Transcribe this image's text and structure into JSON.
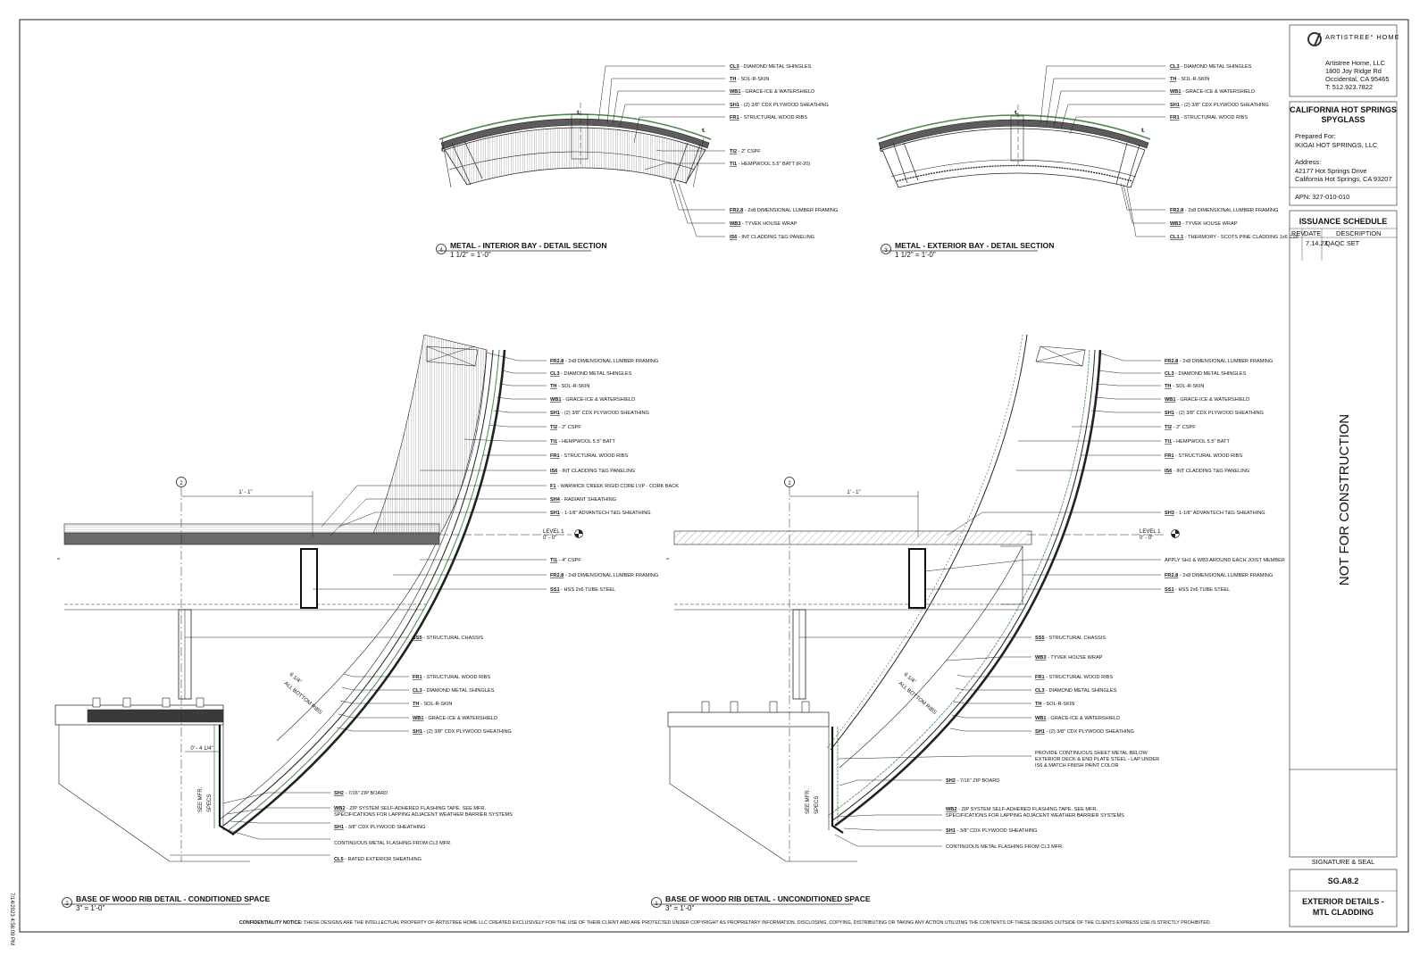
{
  "title_block": {
    "logo": "ARTISTREE° HOME",
    "company": [
      "Artistree Home, LLC",
      "1800 Joy Ridge Rd",
      "Occidental, CA 95465",
      "T: 512.923.7822"
    ],
    "project_name_1": "CALIFORNIA HOT SPRINGS",
    "project_name_2": "SPYGLASS",
    "prepared_for_label": "Prepared For:",
    "prepared_for": "IKIGAI HOT SPRINGS, LLC",
    "address_label": "Address:",
    "address_1": "42177 Hot Springs Drive",
    "address_2": "California Hot Springs, CA  93207",
    "apn": "APN: 327-010-010",
    "issuance_title": "ISSUANCE SCHEDULE",
    "issuance_headers": [
      "REV",
      "DATE",
      "DESCRIPTION"
    ],
    "issuance_rows": [
      {
        "rev": "",
        "date": "7.14.23",
        "description": "QAQC SET"
      }
    ],
    "not_for_construction": "NOT FOR CONSTRUCTION",
    "signature_label": "SIGNATURE & SEAL",
    "sheet_number": "SG.A8.2",
    "sheet_title_1": "EXTERIOR DETAILS -",
    "sheet_title_2": "MTL CLADDING"
  },
  "timestamp": "7/14/2023 4:56:09 PM",
  "confidentiality_label": "CONFIDENTIALITY NOTICE:",
  "confidentiality": "THESE DESIGNS ARE THE INTELLECTUAL PROPERTY OF ARTISTREE HOME LLC CREATED EXCLUSIVELY FOR THE USE OF THEIR CLIENT AND ARE PROTECTED UNDER COPYRIGHT AS PROPRIETARY INFORMATION. DISCLOSING, COPYING, DISTRIBUTING OR TAKING ANY ACTION UTILIZING THE CONTENTS OF THESE DESIGNS OUTSIDE OF THE CLIENTS EXPRESS USE IS STRICTLY PROHIBITED.",
  "details": {
    "d4": {
      "number": "4",
      "title": "METAL - INTERIOR BAY - DETAIL SECTION",
      "scale": "1 1/2\" = 1'-0\"",
      "labels": [
        {
          "code": "CL3",
          "text": " - DIAMOND METAL SHINGLES"
        },
        {
          "code": "TH",
          "text": " - SOL-R-SKIN"
        },
        {
          "code": "WB1",
          "text": " - GRACE-ICE & WATERSHIELD"
        },
        {
          "code": "SH1",
          "text": " - (2) 3/8\" CDX PLYWOOD SHEATHING"
        },
        {
          "code": "FR1",
          "text": " - STRUCTURAL WOOD RIBS"
        },
        {
          "code": "TI2",
          "text": " - 2\" CSPF"
        },
        {
          "code": "TI1",
          "text": " - HEMPWOOL 5.5\" BATT (R-20)"
        },
        {
          "code": "FR2.8",
          "text": " - 2x8 DIMENSIONAL LUMBER FRAMING"
        },
        {
          "code": "WB3",
          "text": " - TYVEK HOUSE WRAP"
        },
        {
          "code": "IS6",
          "text": " - INT CLADDING T&G PANELING"
        }
      ]
    },
    "d3": {
      "number": "3",
      "title": "METAL - EXTERIOR BAY - DETAIL SECTION",
      "scale": "1 1/2\" = 1'-0\"",
      "labels": [
        {
          "code": "CL3",
          "text": " - DIAMOND METAL SHINGLES"
        },
        {
          "code": "TH",
          "text": " - SOL-R-SKIN"
        },
        {
          "code": "WB1",
          "text": " - GRACE-ICE & WATERSHIELD"
        },
        {
          "code": "SH1",
          "text": " - (2) 3/8\" CDX PLYWOOD SHEATHING"
        },
        {
          "code": "FR1",
          "text": " - STRUCTURAL WOOD RIBS"
        },
        {
          "code": "FR2.8",
          "text": " - 2x8 DIMENSIONAL LUMBER FRAMING"
        },
        {
          "code": "WB3",
          "text": " - TYVEK HOUSE WRAP"
        },
        {
          "code": "CL1.1",
          "text": " - THERMORY - SCOTS PINE CLADDING 1x6 C19"
        }
      ]
    },
    "d2": {
      "number": "2",
      "title": "BASE OF WOOD RIB DETAIL - CONDITIONED SPACE",
      "scale": "3\" = 1'-0\"",
      "grid": "2",
      "level": "LEVEL 1",
      "level_elev": "0' - 0\"",
      "dim_1": "1' - 1\"",
      "dim_2": "0' - 4 1/4\"",
      "dim_arc": "6 1/4\"",
      "dim_arc_2": "ALL BOTTOM RIBS",
      "specs_1": "SEE MFR.",
      "specs_2": "SPECS",
      "labels_upper": [
        {
          "code": "FR2.8",
          "text": " - 2x8 DIMENSIONAL LUMBER FRAMING"
        },
        {
          "code": "CL3",
          "text": " - DIAMOND METAL SHINGLES"
        },
        {
          "code": "TH",
          "text": " - SOL-R-SKIN"
        },
        {
          "code": "WB1",
          "text": " - GRACE-ICE & WATERSHIELD"
        },
        {
          "code": "SH1",
          "text": " - (2) 3/8\" CDX PLYWOOD SHEATHING"
        },
        {
          "code": "TI2",
          "text": " - 2\" CSPF"
        },
        {
          "code": "TI1",
          "text": " - HEMPWOOL 5.5\" BATT"
        },
        {
          "code": "FR1",
          "text": " - STRUCTURAL WOOD RIBS"
        },
        {
          "code": "IS6",
          "text": " - INT CLADDING T&G PANELING"
        },
        {
          "code": "F1",
          "text": " - WARWICK CREEK RIGID CORE LVP - CORK BACK"
        },
        {
          "code": "SH4",
          "text": " - RADIANT SHEATHING"
        },
        {
          "code": "SH1",
          "text": " - 1-1/8\" ADVANTECH T&G SHEATHING"
        }
      ],
      "labels_mid": [
        {
          "code": "TI1",
          "text": " - 4\" CSPF"
        },
        {
          "code": "FR2.8",
          "text": " - 2x8 DIMENSIONAL LUMBER FRAMING"
        },
        {
          "code": "SS1",
          "text": " - HSS 2x6 TUBE STEEL"
        }
      ],
      "labels_lower": [
        {
          "code": "SS5",
          "text": " - STRUCTURAL CHASSIS"
        },
        {
          "code": "FR1",
          "text": " - STRUCTURAL WOOD RIBS"
        },
        {
          "code": "CL3",
          "text": " - DIAMOND METAL SHINGLES"
        },
        {
          "code": "TH",
          "text": " - SOL-R-SKIN"
        },
        {
          "code": "WB1",
          "text": " - GRACE-ICE & WATERSHIELD"
        },
        {
          "code": "SH1",
          "text": " - (2) 3/8\" CDX PLYWOOD SHEATHING"
        }
      ],
      "labels_base": [
        {
          "code": "SH2",
          "text": " - 7/16\" ZIP BOARD"
        },
        {
          "code": "WB2",
          "text": " - ZIP SYSTEM SELF-ADHERED FLASHING TAPE. SEE MFR.",
          "text2": "SPECIFICATIONS FOR LAPPING ADJACENT WEATHER BARRIER SYSTEMS"
        },
        {
          "code": "SH1",
          "text": " - 3/8\" CDX PLYWOOD SHEATHING"
        },
        {
          "code": "",
          "text": "CONTINUOUS METAL FLASHING FROM CL3 MFR."
        },
        {
          "code": "CL5",
          "text": " - RATED EXTERIOR SHEATHING"
        }
      ]
    },
    "d1": {
      "number": "1",
      "title": "BASE OF WOOD RIB DETAIL - UNCONDITIONED SPACE",
      "scale": "3\" = 1'-0\"",
      "grid": "2",
      "level": "LEVEL 1",
      "level_elev": "0' - 0\"",
      "dim_1": "1' - 1\"",
      "dim_arc": "6 1/4\"",
      "dim_arc_2": "ALL BOTTOM RIBS",
      "specs_1": "SEE MFR.",
      "specs_2": "SPECS",
      "labels_upper": [
        {
          "code": "FR2.8",
          "text": " - 2x8 DIMENSIONAL LUMBER FRAMING"
        },
        {
          "code": "CL3",
          "text": " - DIAMOND METAL SHINGLES"
        },
        {
          "code": "TH",
          "text": " - SOL-R-SKIN"
        },
        {
          "code": "WB1",
          "text": " - GRACE-ICE & WATERSHIELD"
        },
        {
          "code": "SH1",
          "text": " - (2) 3/8\" CDX PLYWOOD SHEATHING"
        },
        {
          "code": "TI2",
          "text": " - 2\" CSPF"
        },
        {
          "code": "TI1",
          "text": " - HEMPWOOL 5.5\" BATT"
        },
        {
          "code": "FR1",
          "text": " - STRUCTURAL WOOD RIBS"
        },
        {
          "code": "IS6",
          "text": " - INT CLADDING T&G PANELING"
        },
        {
          "code": "SH3",
          "text": " - 1-1/8\" ADVANTECH T&G SHEATHING"
        }
      ],
      "labels_mid": [
        {
          "code": "",
          "text": "APPLY SH1 & WB3 AROUND EACH JOIST MEMBER"
        },
        {
          "code": "FR2.8",
          "text": " - 2x8 DIMENSIONAL LUMBER FRAMING"
        },
        {
          "code": "SS1",
          "text": " - HSS 2x6 TUBE STEEL"
        }
      ],
      "labels_lower": [
        {
          "code": "SS5",
          "text": " - STRUCTURAL CHASSIS"
        },
        {
          "code": "WB3",
          "text": " - TYVEK HOUSE WRAP"
        },
        {
          "code": "FR1",
          "text": " - STRUCTURAL WOOD RIBS"
        },
        {
          "code": "CL3",
          "text": " - DIAMOND METAL SHINGLES"
        },
        {
          "code": "TH",
          "text": " - SOL-R-SKIN"
        },
        {
          "code": "WB1",
          "text": " - GRACE-ICE & WATERSHIELD"
        },
        {
          "code": "SH1",
          "text": " - (2) 3/8\" CDX PLYWOOD SHEATHING"
        }
      ],
      "note": [
        "PROVIDE CONTINUOUS SHEET METAL BELOW",
        "EXTERIOR DECK & END PLATE STEEL - LAP UNDER",
        "IS6 & MATCH FINISH PAINT COLOR"
      ],
      "labels_base": [
        {
          "code": "SH2",
          "text": " - 7/16\" ZIP BOARD"
        },
        {
          "code": "WB2",
          "text": " - ZIP SYSTEM SELF-ADHERED FLASHING TAPE. SEE MFR.",
          "text2": "SPECIFICATIONS FOR LAPPING ADJACENT WEATHER BARRIER SYSTEMS"
        },
        {
          "code": "SH1",
          "text": " - 3/8\" CDX PLYWOOD SHEATHING"
        },
        {
          "code": "",
          "text": "CONTINUOUS METAL FLASHING FROM CL3 MFR."
        }
      ]
    }
  }
}
